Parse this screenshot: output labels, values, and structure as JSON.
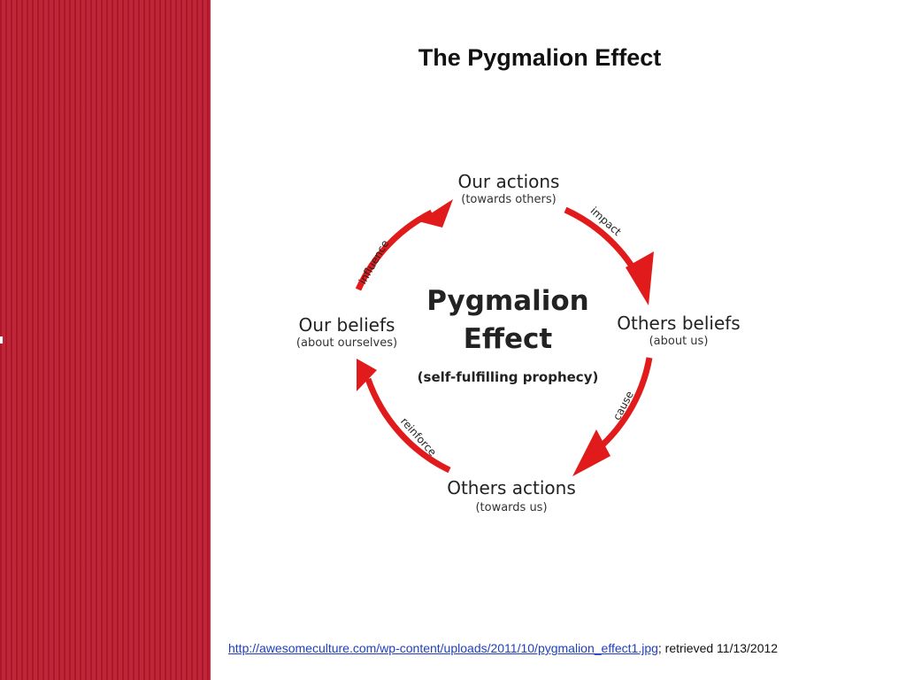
{
  "slide": {
    "title": "The Pygmalion Effect",
    "accent_color": "#bd1a2e",
    "arrow_color": "#e11b1b"
  },
  "diagram": {
    "center": {
      "line1": "Pygmalion",
      "line2": "Effect",
      "subtitle": "(self-fulfilling prophecy)"
    },
    "nodes": {
      "top": {
        "main": "Our actions",
        "sub": "(towards others)"
      },
      "right": {
        "main": "Others beliefs",
        "sub": "(about us)"
      },
      "bottom": {
        "main": "Others actions",
        "sub": "(towards us)"
      },
      "left": {
        "main": "Our beliefs",
        "sub": "(about ourselves)"
      }
    },
    "edges": {
      "top_right": "impact",
      "right_bottom": "cause",
      "bottom_left": "reinforce",
      "left_top": "influence"
    }
  },
  "source": {
    "url": "http://awesomeculture.com/wp-content/uploads/2011/10/pygmalion_effect1.jpg",
    "suffix": "; retrieved 11/13/2012"
  }
}
